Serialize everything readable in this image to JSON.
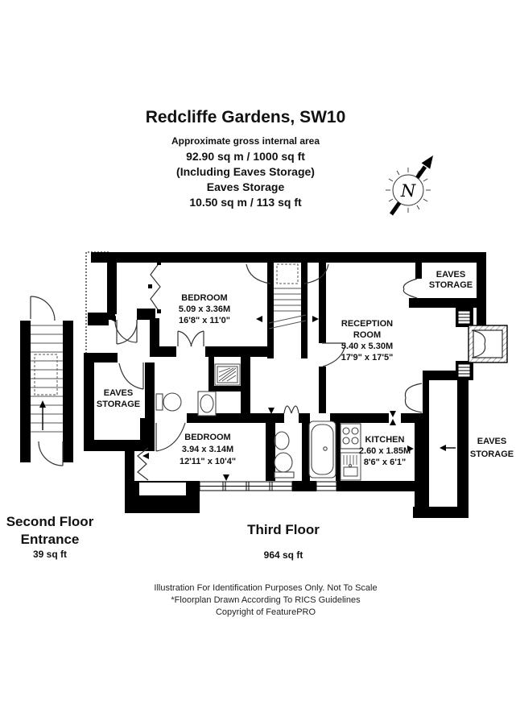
{
  "header": {
    "title": "Redcliffe Gardens, SW10",
    "line1": "Approximate gross internal area",
    "line2": "92.90 sq m /  1000 sq ft",
    "line3": "(Including Eaves Storage)",
    "line4": "Eaves Storage",
    "line5": "10.50 sq m /  113 sq ft"
  },
  "compass": {
    "label": "N"
  },
  "plan": {
    "bedroom1": {
      "name": "BEDROOM",
      "metric": "5.09 x 3.36M",
      "imperial": "16'8\" x 11'0\""
    },
    "reception": {
      "name1": "RECEPTION",
      "name2": "ROOM",
      "metric": "5.40 x 5.30M",
      "imperial": "17'9\" x 17'5\""
    },
    "bedroom2": {
      "name": "BEDROOM",
      "metric": "3.94 x 3.14M",
      "imperial": "12'11\" x 10'4\""
    },
    "kitchen": {
      "name": "KITCHEN",
      "metric": "2.60 x 1.85M",
      "imperial": "8'6\" x 6'1\""
    },
    "eaves_top_right": {
      "line1": "EAVES",
      "line2": "STORAGE"
    },
    "eaves_left": {
      "line1": "EAVES",
      "line2": "STORAGE"
    },
    "eaves_right": {
      "line1": "EAVES",
      "line2": "STORAGE"
    }
  },
  "floors": {
    "second_line1": "Second Floor",
    "second_line2": "Entrance",
    "second_area": "39 sq ft",
    "third_label": "Third Floor",
    "third_area": "964 sq ft"
  },
  "footer": {
    "line1": "Illustration For Identification Purposes Only. Not To Scale",
    "line2": "*Floorplan Drawn According To RICS Guidelines",
    "line3": "Copyright of FeaturePRO"
  },
  "icons": {
    "compass": "north-arrow",
    "fixtures": [
      "shower",
      "toilet",
      "basin",
      "bathtub",
      "hob",
      "sink"
    ],
    "stairs": [
      "entrance-staircase",
      "internal-staircase"
    ]
  }
}
